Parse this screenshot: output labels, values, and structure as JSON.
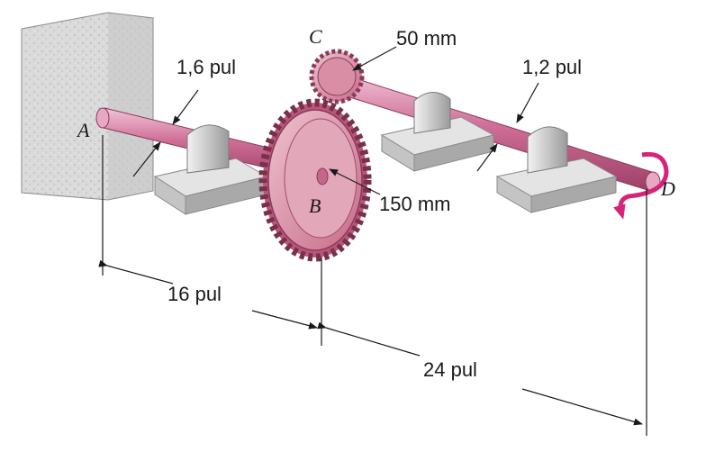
{
  "labels": {
    "point_a": "A",
    "point_b": "B",
    "point_c": "C",
    "point_d": "D",
    "shaft_ab_diameter": "1,6 pul",
    "shaft_cd_diameter": "1,2 pul",
    "gear_c_radius": "50 mm",
    "gear_b_radius": "150 mm",
    "length_ab": "16 pul",
    "length_bd": "24 pul"
  },
  "colors": {
    "shaft": "#c9668f",
    "shaft_highlight": "#f1c0d4",
    "gear": "#d8899f",
    "gear_light": "#ecbfcc",
    "torque_arrow": "#d6247a",
    "wall": "#d6d6d6",
    "support": "#d0d0d0"
  },
  "icons": {
    "torque": "curved-arrow-icon"
  }
}
